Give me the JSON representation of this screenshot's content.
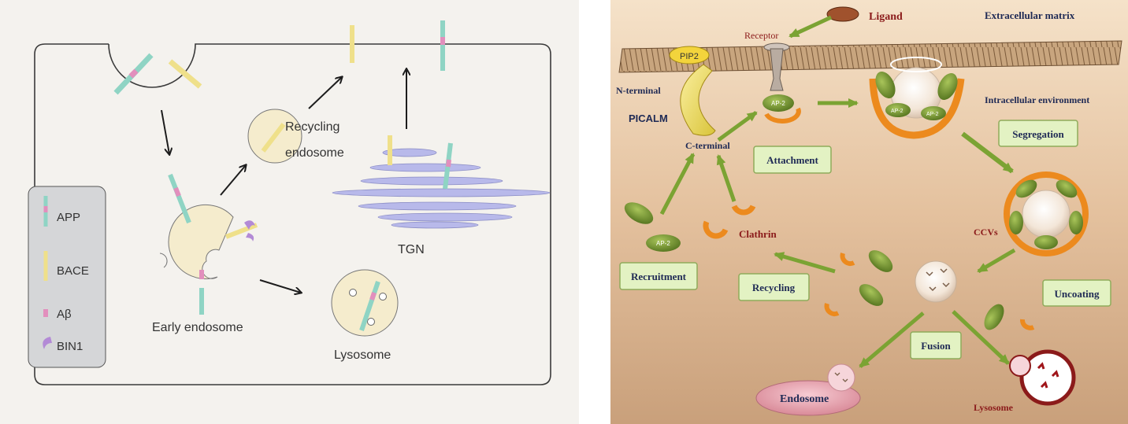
{
  "left_panel": {
    "labels": {
      "recycling_line1": "Recycling",
      "recycling_line2": "endosome",
      "tgn": "TGN",
      "early_endosome": "Early endosome",
      "lysosome": "Lysosome"
    },
    "legend": [
      {
        "label": "APP"
      },
      {
        "label": "BACE"
      },
      {
        "label": "Aβ"
      },
      {
        "label": "BIN1"
      }
    ],
    "colors": {
      "background": "#f4f2ee",
      "endosome_fill": "#f5eccd",
      "app_teal": "#8fd4c4",
      "abeta_pink": "#e28fbd",
      "bace_yellow": "#efe08a",
      "tgn_blue": "#b8b9ea",
      "bin1_purple": "#b38ad6",
      "legend_box": "#d5d6d8"
    }
  },
  "right_panel": {
    "labels": {
      "ligand": "Ligand",
      "extracellular": "Extracellular matrix",
      "receptor": "Receptor",
      "pip2": "PIP2",
      "n_terminal": "N-terminal",
      "picalm": "PICALM",
      "c_terminal": "C-terminal",
      "intracellular": "Intracellular environment",
      "clathrin": "Clathrin",
      "ccvs": "CCVs",
      "endosome": "Endosome",
      "lysosome": "Lysosome",
      "ap2": "AP-2"
    },
    "steps": {
      "attachment": "Attachment",
      "segregation": "Segregation",
      "recruitment": "Recruitment",
      "recycling": "Recycling",
      "uncoating": "Uncoating",
      "fusion": "Fusion"
    },
    "colors": {
      "bg_top": "#f3dcc0",
      "bg_bottom": "#c7a27f",
      "arrow_green": "#7ba333",
      "box_green": "#e3f2c3",
      "ap2_green": "#6e8f2e",
      "clathrin_orange": "#ec8a1e",
      "label_red": "#8b1a1a",
      "label_navy": "#1f2a55"
    }
  }
}
